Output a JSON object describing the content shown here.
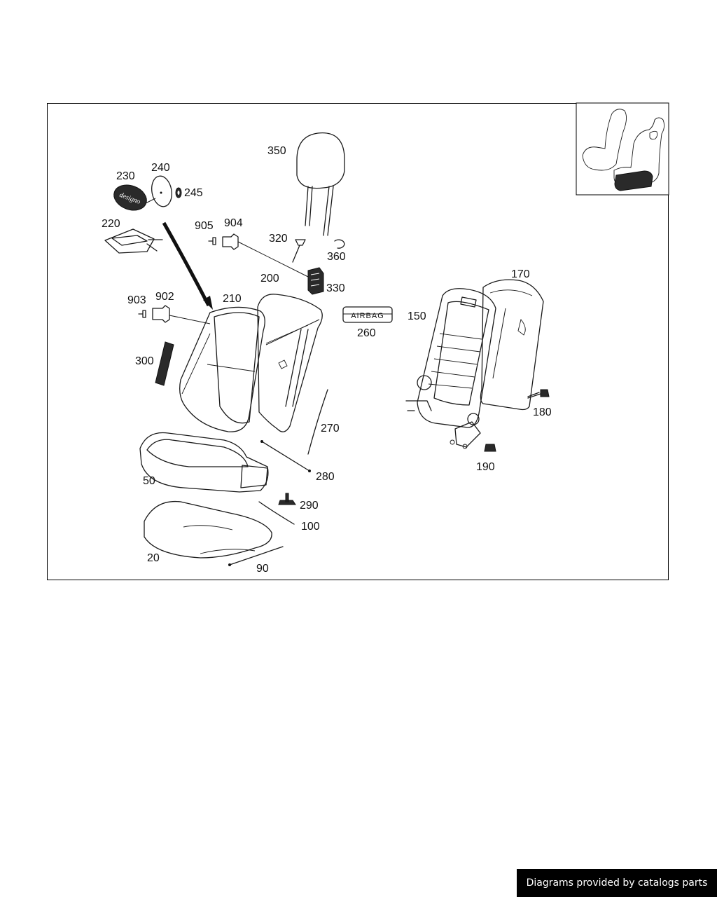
{
  "callouts": [
    "350",
    "230",
    "240",
    "245",
    "220",
    "905",
    "904",
    "320",
    "360",
    "200",
    "330",
    "903",
    "902",
    "210",
    "260",
    "150",
    "170",
    "300",
    "180",
    "270",
    "50",
    "280",
    "190",
    "290",
    "100",
    "20",
    "90"
  ],
  "airbag_badge_text": "AIRBAG",
  "logo_text": "designo",
  "footer_text": "Diagrams provided by catalogs parts",
  "colors": {
    "line": "#1a1a1a",
    "background": "#ffffff",
    "footer_bg": "#000000",
    "footer_text": "#ffffff"
  }
}
